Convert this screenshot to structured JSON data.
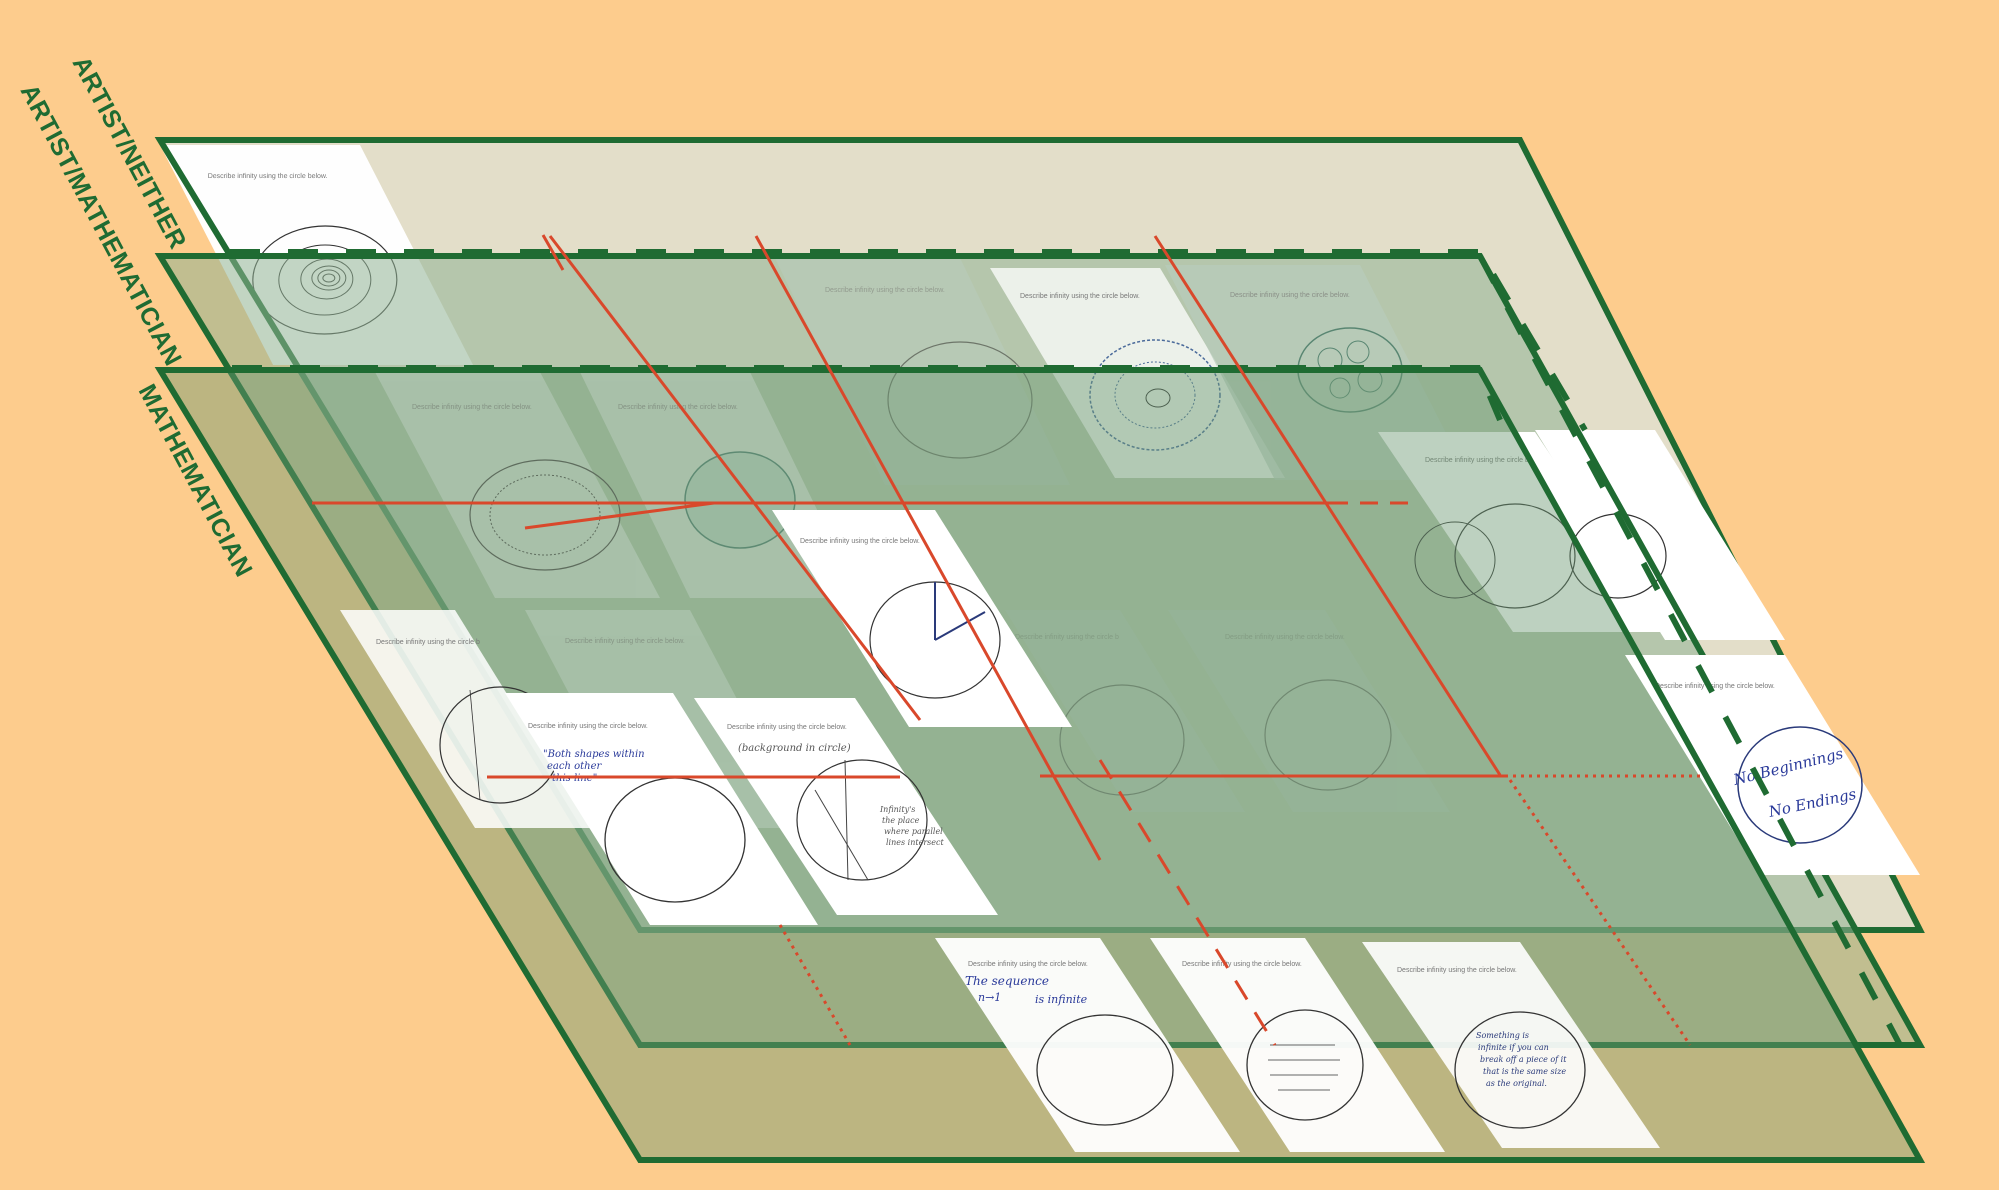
{
  "colors": {
    "background": "#fdcc8d",
    "frame": "#1f6b32",
    "connector": "#d9482b",
    "sheet": "#ffffff",
    "ink": "#2a3a7a"
  },
  "layers": [
    {
      "label": "ARTIST/NEITHER"
    },
    {
      "label": "ARTIST/MATHEMATICIAN"
    },
    {
      "label": "MATHEMATICIAN"
    }
  ],
  "prompt": "Describe infinity using the circle below.",
  "prompt_short": "Describe infinity using the circle b",
  "handwriting": {
    "a1": "\"Both shapes within",
    "a2": "each other",
    "a3": "this line\"",
    "b1": "(background in circle)",
    "b2": "Infinity's",
    "b3": "the place",
    "b4": "where parallel",
    "b5": "lines intersect",
    "c1": "The sequence",
    "c2": "n→1",
    "c3": "is infinite",
    "d1": "No Beginnings",
    "d2": "No Endings",
    "e1": "Something is",
    "e2": "infinite if you can",
    "e3": "break off a piece of it",
    "e4": "that is the same size",
    "e5": "as the original."
  }
}
